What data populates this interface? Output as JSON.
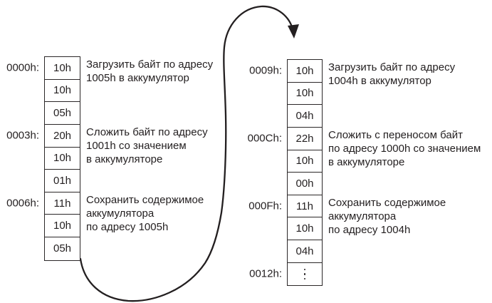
{
  "colors": {
    "background": "#ffffff",
    "line": "#231f20",
    "text": "#231f20"
  },
  "diagram": {
    "left_column": {
      "addresses": [
        {
          "label": "0000h:",
          "row": 0
        },
        {
          "label": "0003h:",
          "row": 3
        },
        {
          "label": "0006h:",
          "row": 6
        }
      ],
      "cells": [
        "10h",
        "10h",
        "05h",
        "20h",
        "10h",
        "01h",
        "11h",
        "10h",
        "05h"
      ],
      "annotations": [
        {
          "row": 0,
          "lines": [
            "Загрузить байт по адресу",
            "1005h в аккумулятор"
          ]
        },
        {
          "row": 3,
          "lines": [
            "Сложить байт по адресу",
            "1001h со значением",
            "в аккумуляторе"
          ]
        },
        {
          "row": 6,
          "lines": [
            "Сохранить содержимое",
            "аккумулятора",
            "по адресу 1005h"
          ]
        }
      ]
    },
    "right_column": {
      "addresses": [
        {
          "label": "0009h:",
          "row": 0
        },
        {
          "label": "000Ch:",
          "row": 3
        },
        {
          "label": "000Fh:",
          "row": 6
        },
        {
          "label": "0012h:",
          "row": 9
        }
      ],
      "cells": [
        "10h",
        "10h",
        "04h",
        "22h",
        "10h",
        "00h",
        "11h",
        "10h",
        "04h",
        "⋮"
      ],
      "annotations": [
        {
          "row": 0,
          "lines": [
            "Загрузить байт по адресу",
            "1004h в аккумулятор"
          ]
        },
        {
          "row": 3,
          "lines": [
            "Сложить с переносом байт",
            "по адресу 1000h со значением",
            "в аккумуляторе"
          ]
        },
        {
          "row": 6,
          "lines": [
            "Сохранить содержимое",
            "аккумулятора",
            "по адресу 1004h"
          ]
        }
      ]
    },
    "arrow": {
      "meaning": "execution-wraps-from-left-column-bottom-to-right-column-top"
    }
  }
}
